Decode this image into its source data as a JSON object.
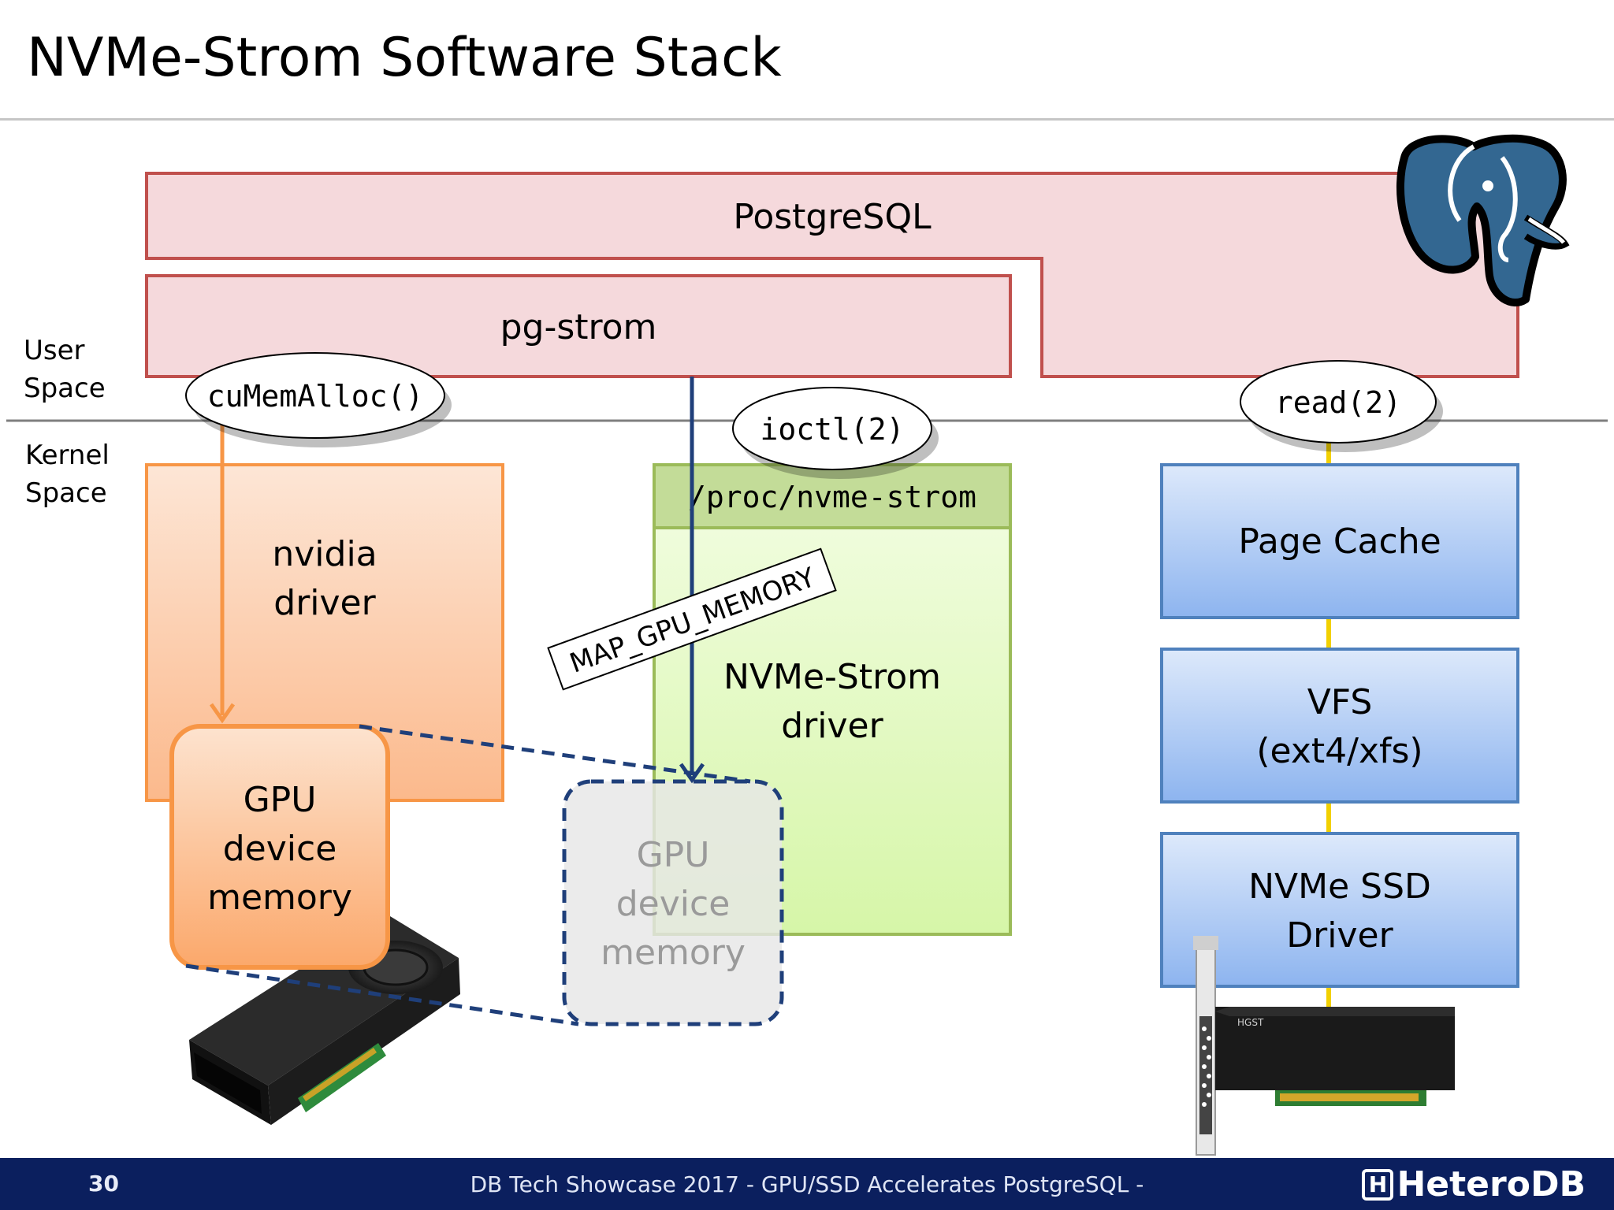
{
  "slide": {
    "title": "NVMe-Strom Software Stack"
  },
  "zones": {
    "user_line1": "User",
    "user_line2": "Space",
    "kernel_line1": "Kernel",
    "kernel_line2": "Space"
  },
  "blocks": {
    "postgresql": "PostgreSQL",
    "pg_strom": "pg-strom",
    "nvidia_line1": "nvidia",
    "nvidia_line2": "driver",
    "proc_header": "/proc/nvme-strom",
    "nvme_strom_line1": "NVMe-Strom",
    "nvme_strom_line2": "driver",
    "page_cache": "Page Cache",
    "vfs_line1": "VFS",
    "vfs_line2": "(ext4/xfs)",
    "nvme_ssd_line1": "NVMe SSD",
    "nvme_ssd_line2": "Driver",
    "gpu_mem_line1": "GPU",
    "gpu_mem_line2": "device",
    "gpu_mem_line3": "memory",
    "mapped_line1": "GPU",
    "mapped_line2": "device",
    "mapped_line3": "memory"
  },
  "calls": {
    "cumemalloc": "cuMemAlloc()",
    "ioctl": "ioctl(2)",
    "read": "read(2)",
    "map_gpu_memory": "MAP_GPU_MEMORY"
  },
  "ssd_card": {
    "vendor": "HGST"
  },
  "footer": {
    "page_number": "30",
    "text": "DB Tech Showcase 2017 - GPU/SSD Accelerates PostgreSQL -",
    "brand_mark": "H",
    "brand_name": "HeteroDB"
  },
  "colors": {
    "pink_fill": "#f5d9dc",
    "pink_stroke": "#c0504d",
    "orange_stroke": "#f79646",
    "green_stroke": "#9bbb59",
    "blue_stroke": "#4f81bd",
    "dark_blue": "#1f3f7a",
    "footer_bg": "#0b1f5e"
  },
  "icons": [
    "postgresql-elephant-icon",
    "gpu-card-icon",
    "nvme-ssd-card-icon"
  ]
}
